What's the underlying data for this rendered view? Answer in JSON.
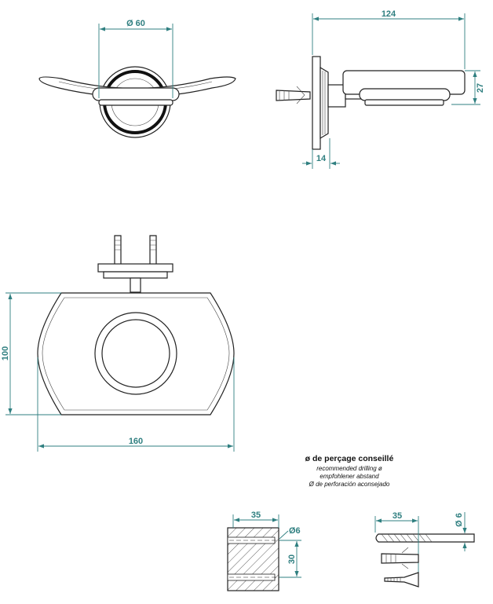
{
  "colors": {
    "dimension": "#2f7f80",
    "outline": "#222222"
  },
  "dimensions": {
    "front_diameter": "Ø 60",
    "side_depth": "124",
    "side_height": "27",
    "side_plate": "14",
    "plan_height": "100",
    "plan_width": "160",
    "block_depth": "35",
    "block_hole_diameter": "Ø6",
    "block_spacing": "30",
    "drill_depth": "35",
    "drill_diameter": "Ø 6"
  },
  "drilling_note": {
    "title": "ø de perçage conseillé",
    "english": "recommended drilling ø",
    "german": "empfohlener abstand",
    "spanish": "Ø de perforación aconsejado"
  }
}
